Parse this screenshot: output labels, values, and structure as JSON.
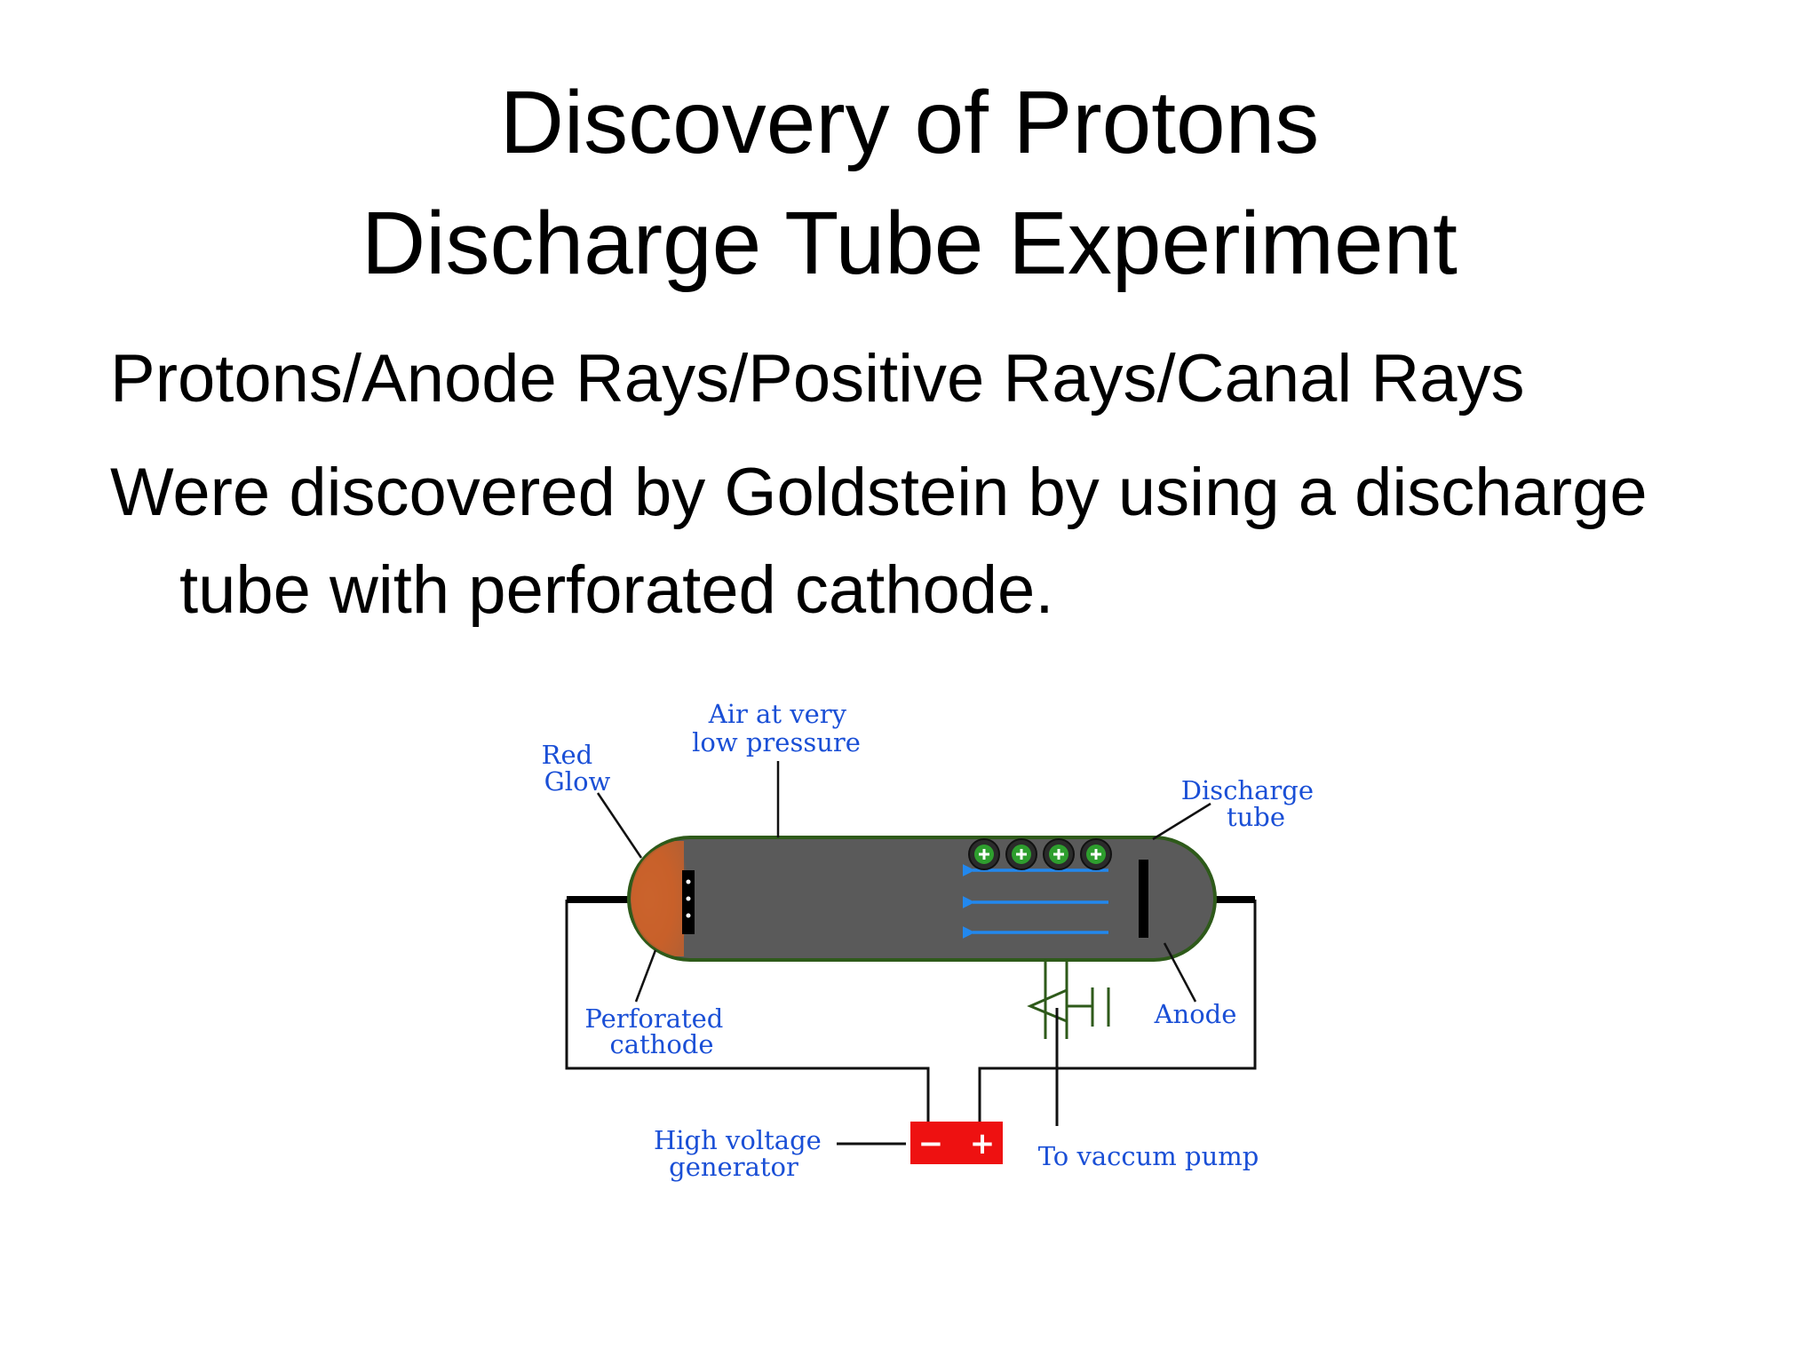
{
  "title": {
    "line1": "Discovery of Protons",
    "line2": "Discharge Tube Experiment"
  },
  "bullets": [
    "Protons/Anode Rays/Positive Rays/Canal Rays",
    "Were discovered by Goldstein by using a discharge tube with perforated cathode."
  ],
  "diagram": {
    "labels": {
      "red_glow": [
        "Red",
        "Glow"
      ],
      "air": [
        "Air at very",
        "low pressure"
      ],
      "discharge_tube": [
        "Discharge",
        "tube"
      ],
      "perforated_cathode": [
        "Perforated",
        "cathode"
      ],
      "anode": "Anode",
      "generator": [
        "High voltage",
        "generator"
      ],
      "vacuum_pump": "To vaccum pump",
      "minus": "−",
      "plus": "+"
    },
    "proton_count": 4,
    "colors": {
      "label_text": "#1a4fd6",
      "tube_fill": "#5a5a5a",
      "tube_outline": "#2e5a1a",
      "glow": "#c8602a",
      "arrow": "#2288ee",
      "proton": "#2e9e2e",
      "generator": "#ee1111"
    }
  }
}
